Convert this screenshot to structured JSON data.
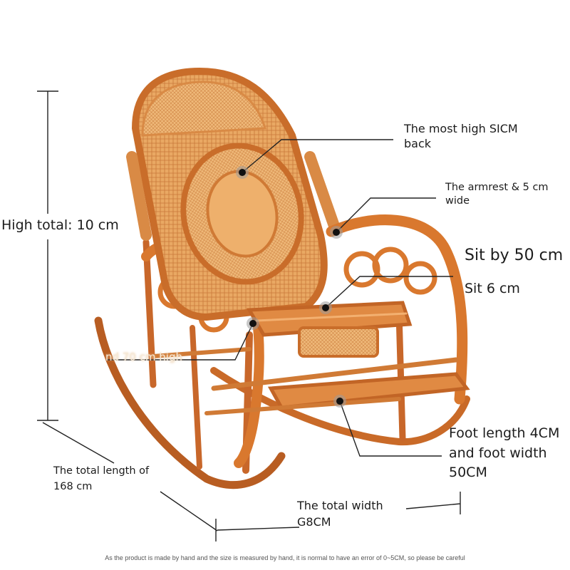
{
  "labels": {
    "high_total": "High total: 10 cm",
    "back_line1": "The most high SICM",
    "back_line2": "back",
    "armrest_line1": "The armrest & 5 cm",
    "armrest_line2": "wide",
    "sit_by": "Sit by 50 cm",
    "sit": "Sit 6 cm",
    "overlay_height": "nd 70 cm high",
    "foot_line1": "Foot length 4CM",
    "foot_line2": "and foot width",
    "foot_line3": "50CM",
    "total_length_line1": "The total length of",
    "total_length_line2": "168 cm",
    "total_width_line1": "The total width",
    "total_width_line2": "G8CM"
  },
  "footnote": "As the product is made by hand and the size is measured by hand, it is normal to have an error of 0~5CM, so please be careful",
  "colors": {
    "rattan": "#d9782e",
    "rattan_dark": "#a9521b",
    "rattan_light": "#f0a45c",
    "weave": "#e8a866",
    "line": "#222222"
  }
}
